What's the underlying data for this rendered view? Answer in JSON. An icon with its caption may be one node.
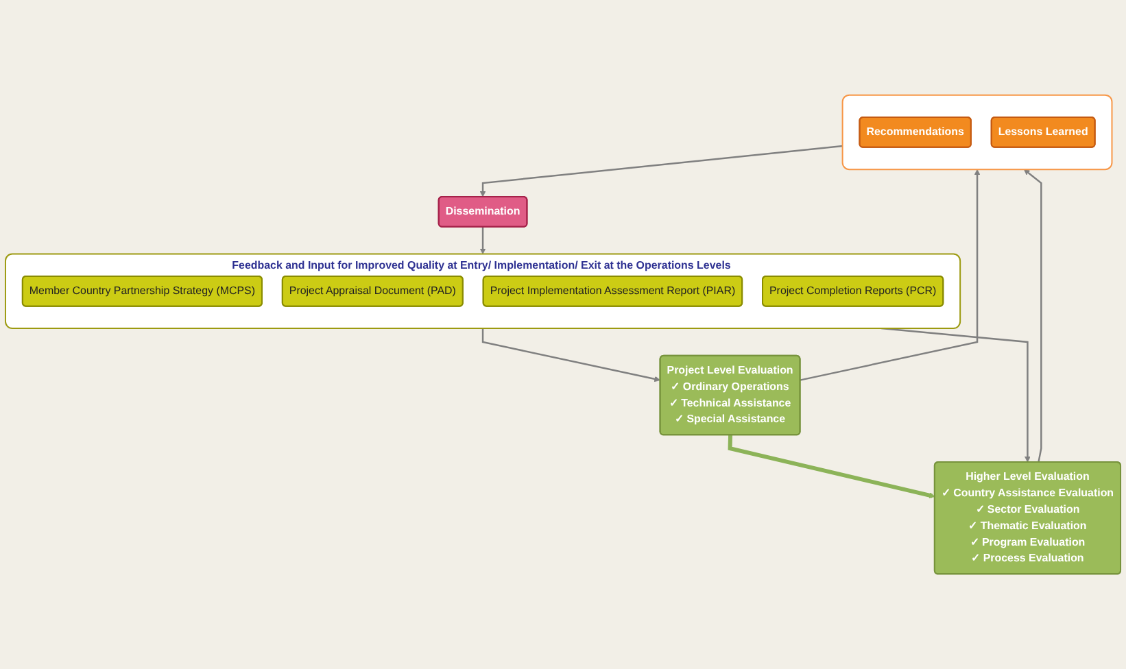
{
  "diagram": {
    "nodes": [
      {
        "text": [
          "Project Level Evaluation",
          "✓ Ordinary Operations",
          "✓ Technical Assistance",
          "✓ Special Assistance"
        ]
      },
      {
        "text": [
          "Higher Level Evaluation",
          "✓ Country Assistance Evaluation",
          "✓ Sector Evaluation",
          "✓ Thematic Evaluation",
          "✓ Program Evaluation",
          "✓ Process Evaluation"
        ]
      },
      {
        "text": [],
        "shape": "box"
      },
      {
        "text": [
          "Recommendations"
        ],
        "in": 2
      },
      {
        "text": [
          "Lessons Learned"
        ],
        "in": 2
      },
      {
        "text": [
          "Dissemination"
        ]
      },
      {
        "text": [
          "Feedback and Input for Improved  Quality at Entry/ Implementation/ Exit at the Operations Levels"
        ]
      },
      {
        "text": [
          "Member Country Partnership Strategy (MCPS)"
        ],
        "in": 6
      },
      {
        "text": [
          "Project Appraisal Document (PAD)"
        ],
        "in": 6
      },
      {
        "text": [
          "Project Implementation Assessment Report (PIAR)"
        ],
        "in": 6
      },
      {
        "text": [
          "Project Completion Reports (PCR)"
        ],
        "in": 6
      }
    ],
    "edges": [
      {
        "from": 0,
        "to": 1,
        "arrow": "to",
        "style": "thick",
        "color": "#8cb358"
      },
      {
        "from": 0,
        "to": 2,
        "arrow": "to"
      },
      {
        "from": 1,
        "to": 2,
        "arrow": "to"
      },
      {
        "from": 2,
        "to": 5,
        "arrow": "to"
      },
      {
        "from": 5,
        "to": 6,
        "arrow": "to"
      },
      {
        "from": 6,
        "to": 0,
        "arrow": "to"
      },
      {
        "from": 6,
        "to": 1,
        "arrow": "to"
      }
    ]
  }
}
